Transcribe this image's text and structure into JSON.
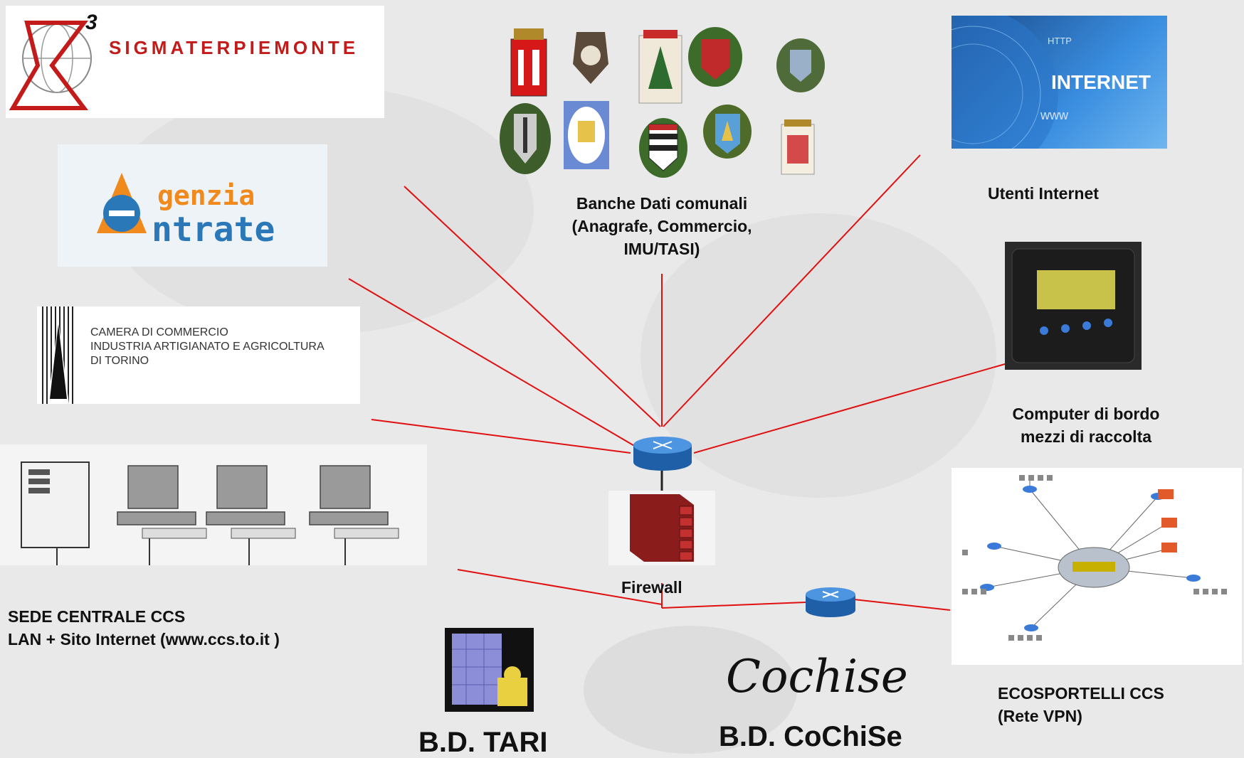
{
  "logos": {
    "sigmater": {
      "brand": "SIGMATERPIEMONTE",
      "symbol": "Σ",
      "superscript": "3"
    },
    "agenzia": {
      "line1": "genzia",
      "line2": "ntrate"
    },
    "camera": {
      "line1": "CAMERA DI COMMERCIO",
      "line2": "INDUSTRIA ARTIGIANATO E AGRICOLTURA",
      "line3": "DI TORINO"
    },
    "internet": {
      "word": "INTERNET",
      "www": "www",
      "http": "HTTP"
    },
    "cochise": {
      "word": "Cochise"
    }
  },
  "labels": {
    "banche_line1": "Banche Dati comunali",
    "banche_line2": "(Anagrafe, Commercio,",
    "banche_line3": "IMU/TASI)",
    "utenti": "Utenti Internet",
    "computer_line1": "Computer di bordo",
    "computer_line2": "mezzi di raccolta",
    "firewall": "Firewall",
    "sede_line1": "SEDE CENTRALE CCS",
    "sede_line2": "LAN + Sito Internet (www.ccs.to.it )",
    "eco_line1": "ECOSPORTELLI CCS",
    "eco_line2": "(Rete VPN)",
    "bd_tari": "B.D. TARI",
    "bd_cochise": "B.D. CoChiSe"
  },
  "colors": {
    "link": "#e01010",
    "router": "#2f7bd0",
    "firewall": "#a02020"
  }
}
